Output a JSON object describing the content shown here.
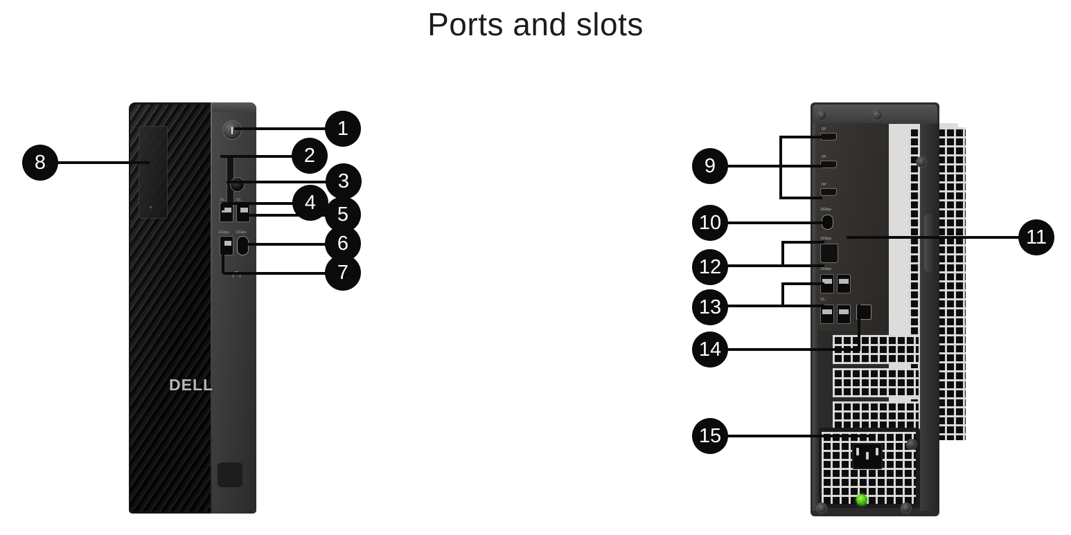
{
  "page": {
    "title": "Ports and slots",
    "background_color": "#ffffff",
    "callout_color": "#0b0b0b",
    "callout_text_color": "#ffffff"
  },
  "front_view": {
    "name": "front-chassis",
    "brand_logo": "DELL",
    "callouts": [
      {
        "number": "1",
        "target": "power-button"
      },
      {
        "number": "2",
        "target": "sd-card-slot"
      },
      {
        "number": "3",
        "target": "headphone-jack"
      },
      {
        "number": "4",
        "target": "usb-a-port-upper-left"
      },
      {
        "number": "5",
        "target": "usb-a-port-upper-right"
      },
      {
        "number": "6",
        "target": "usb-c-port"
      },
      {
        "number": "7",
        "target": "usb-a-port-lower"
      },
      {
        "number": "8",
        "target": "front-vent-panel"
      }
    ]
  },
  "rear_view": {
    "name": "rear-chassis",
    "callouts": [
      {
        "number": "9",
        "target": "displayport-group"
      },
      {
        "number": "10",
        "target": "usb-c-port-rear"
      },
      {
        "number": "11",
        "target": "chassis-vent-right"
      },
      {
        "number": "12",
        "target": "displayport-lower-group"
      },
      {
        "number": "13",
        "target": "usb-ethernet-group"
      },
      {
        "number": "14",
        "target": "expansion-card-slots"
      },
      {
        "number": "15",
        "target": "power-connector"
      }
    ]
  }
}
